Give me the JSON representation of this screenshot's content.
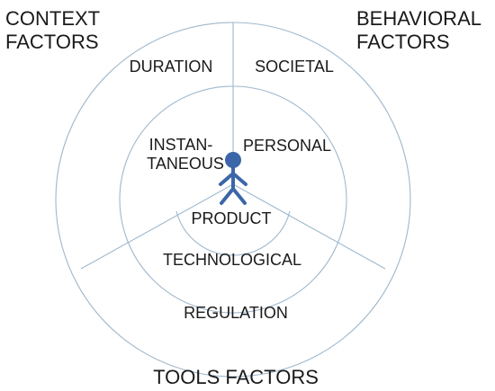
{
  "corner_labels": {
    "context_line1": "CONTEXT",
    "context_line2": "FACTORS",
    "behavioral_line1": "BEHAVIORAL",
    "behavioral_line2": "FACTORS",
    "tools": "TOOLS FACTORS"
  },
  "outer_ring": {
    "duration": "DURATION",
    "societal": "SOCIETAL",
    "regulation": "REGULATION"
  },
  "middle_ring": {
    "instantaneous_line1": "INSTAN-",
    "instantaneous_line2": "TANEOUS",
    "personal": "PERSONAL",
    "technological": "TECHNOLOGICAL"
  },
  "center": {
    "product": "PRODUCT",
    "figure_icon": "person-icon"
  },
  "colors": {
    "figure": "#3b67a8",
    "rings": "#9fb8cc",
    "text": "#1a1a1a"
  }
}
